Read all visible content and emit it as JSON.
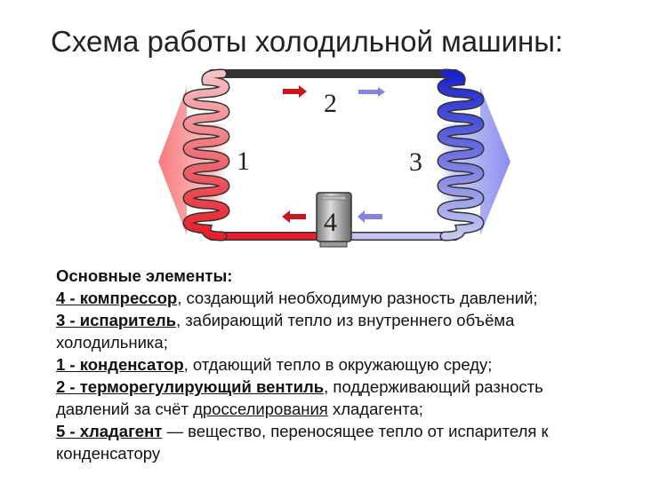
{
  "title": "Схема работы холодильной машины:",
  "diagram": {
    "labels": {
      "condenser": "1",
      "valve": "2",
      "evaporator": "3",
      "compressor": "4"
    },
    "colors": {
      "hot": "#e8202a",
      "cold": "#1f2bd0",
      "hot_light": "#f4b3b5",
      "cold_light": "#b5b8ee"
    }
  },
  "text": {
    "heading": "Основные элементы:",
    "items": [
      {
        "term": "4 - компрессор",
        "desc": ", создающий необходимую разность давлений;"
      },
      {
        "term": "3 - испаритель",
        "desc": ", забирающий тепло из внутреннего объёма",
        "cont": "холодильника;"
      },
      {
        "term": "1 - конденсатор",
        "desc": ", отдающий тепло в окружающую среду;"
      },
      {
        "term": "2 - терморегулирующий вентиль",
        "desc": ", поддерживающий разность",
        "cont_pre": "давлений за счёт ",
        "cont_link": "дросселирования",
        "cont_post": " хладагента;"
      },
      {
        "term": "5 - хладагент",
        "desc": " — вещество, переносящее тепло от испарителя к",
        "cont": "конденсатору"
      }
    ]
  }
}
